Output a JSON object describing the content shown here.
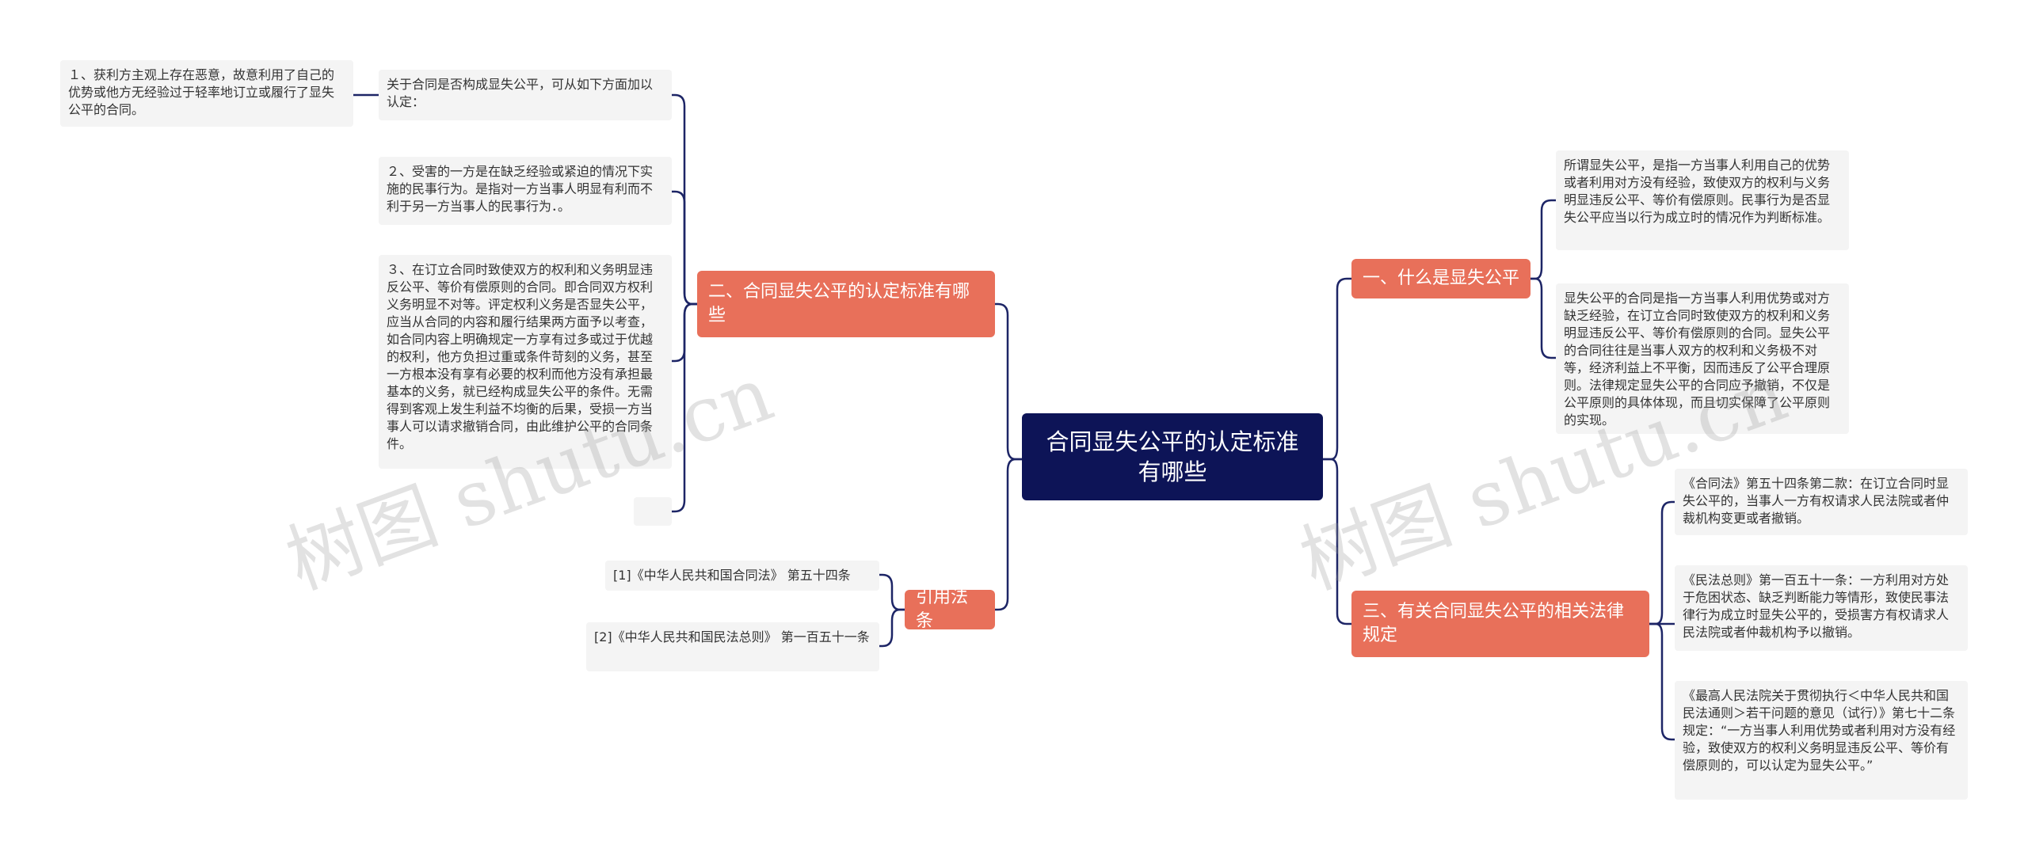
{
  "root": {
    "title": "合同显失公平的认定标准有哪些"
  },
  "branches": {
    "b1": {
      "label": "一、什么是显失公平"
    },
    "b2": {
      "label": "二、合同显失公平的认定标准有哪些"
    },
    "b3": {
      "label": "三、有关合同显失公平的相关法律规定"
    },
    "b4": {
      "label": "引用法条"
    }
  },
  "leaves": {
    "b1_1": "所谓显失公平，是指一方当事人利用自己的优势或者利用对方没有经验，致使双方的权利与义务明显违反公平、等价有偿原则。民事行为是否显失公平应当以行为成立时的情况作为判断标准。",
    "b1_2": "显失公平的合同是指一方当事人利用优势或对方缺乏经验，在订立合同时致使双方的权利和义务明显违反公平、等价有偿原则的合同。显失公平的合同往往是当事人双方的权利和义务极不对等，经济利益上不平衡，因而违反了公平合理原则。法律规定显失公平的合同应予撤销，不仅是公平原则的具体体现，而且切实保障了公平原则的实现。",
    "b2_1": "关于合同是否构成显失公平，可从如下方面加以认定：",
    "b2_1_1": "１、获利方主观上存在恶意，故意利用了自己的优势或他方无经验过于轻率地订立或履行了显失公平的合同。",
    "b2_2": "２、受害的一方是在缺乏经验或紧迫的情况下实施的民事行为。是指对一方当事人明显有利而不利于另一方当事人的民事行为．。",
    "b2_3": "３、在订立合同时致使双方的权利和义务明显违反公平、等价有偿原则的合同。即合同双方权利义务明显不对等。评定权利义务是否显失公平，应当从合同的内容和履行结果两方面予以考查，如合同内容上明确规定一方享有过多或过于优越的权利，他方负担过重或条件苛刻的义务，甚至一方根本没有享有必要的权利而他方没有承担最基本的义务，就已经构成显失公平的条件。无需得到客观上发生利益不均衡的后果，受损一方当事人可以请求撤销合同，由此维护公平的合同条件。",
    "b2_4": "",
    "b3_1": "《合同法》第五十四条第二款：在订立合同时显失公平的，当事人一方有权请求人民法院或者仲裁机构变更或者撤销。",
    "b3_2": "《民法总则》第一百五十一条：一方利用对方处于危困状态、缺乏判断能力等情形，致使民事法律行为成立时显失公平的，受损害方有权请求人民法院或者仲裁机构予以撤销。",
    "b3_3": "《最高人民法院关于贯彻执行＜中华人民共和国民法通则＞若干问题的意见（试行）》第七十二条规定：“一方当事人利用优势或者利用对方没有经验，致使双方的权利义务明显违反公平、等价有偿原则的，可以认定为显失公平。”",
    "b4_1": "[1]《中华人民共和国合同法》 第五十四条",
    "b4_2": "[2]《中华人民共和国民法总则》 第一百五十一条"
  },
  "watermark": {
    "left": "树图 shutu.cn",
    "right": "树图 shutu.cn"
  },
  "colors": {
    "root": "#0d1457",
    "branch": "#e8705a",
    "leaf": "#f4f4f4",
    "line": "#1d2566"
  }
}
